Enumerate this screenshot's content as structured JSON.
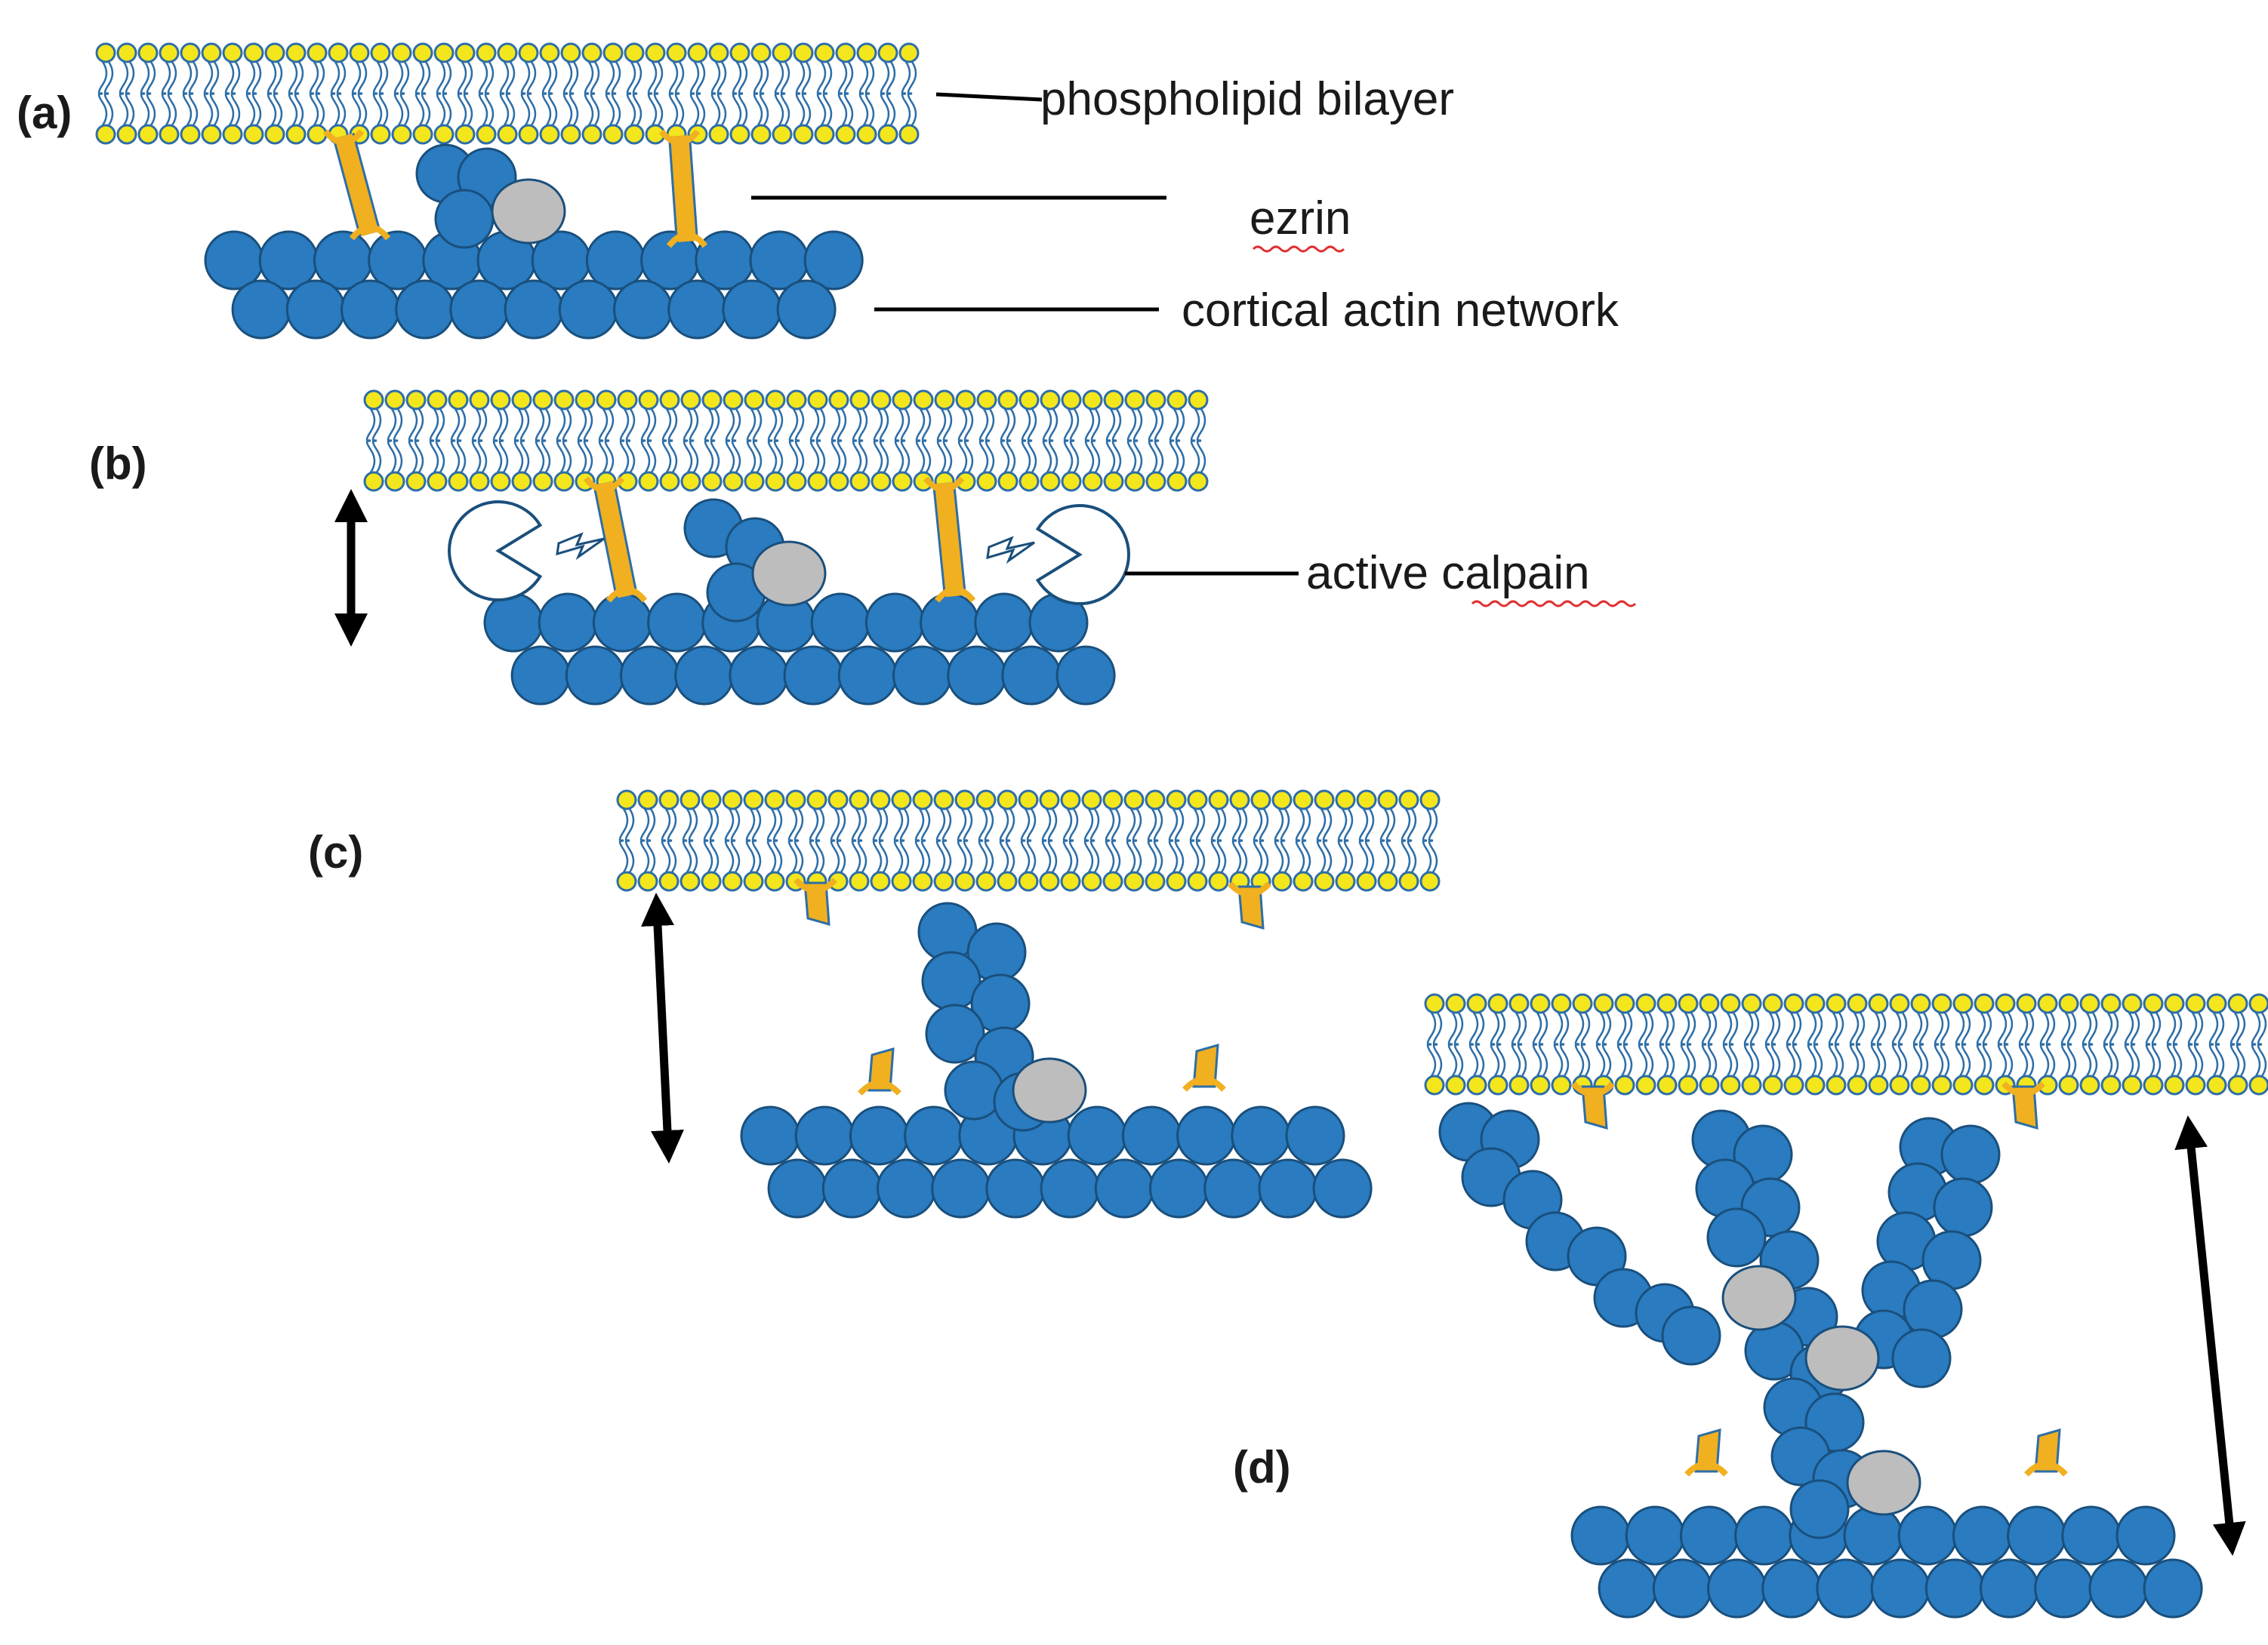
{
  "labels": {
    "phospholipid": "phospholipid bilayer",
    "ezrin": "ezrin",
    "actin": "cortical actin network",
    "calpain": "active calpain"
  },
  "panels": {
    "a": "(a)",
    "b": "(b)",
    "c": "(c)",
    "d": "(d)"
  },
  "colors": {
    "lipid_head": "#f4e61c",
    "lipid_outline": "#2e6ea6",
    "actin": "#2a7bbf",
    "actin_outline": "#1a4f7c",
    "ezrin": "#f0b020",
    "ezrin_outline": "#2e6ea6",
    "gray_protein": "#bdbdbd",
    "line": "#000000",
    "spellcheck_underline": "#e03030"
  }
}
